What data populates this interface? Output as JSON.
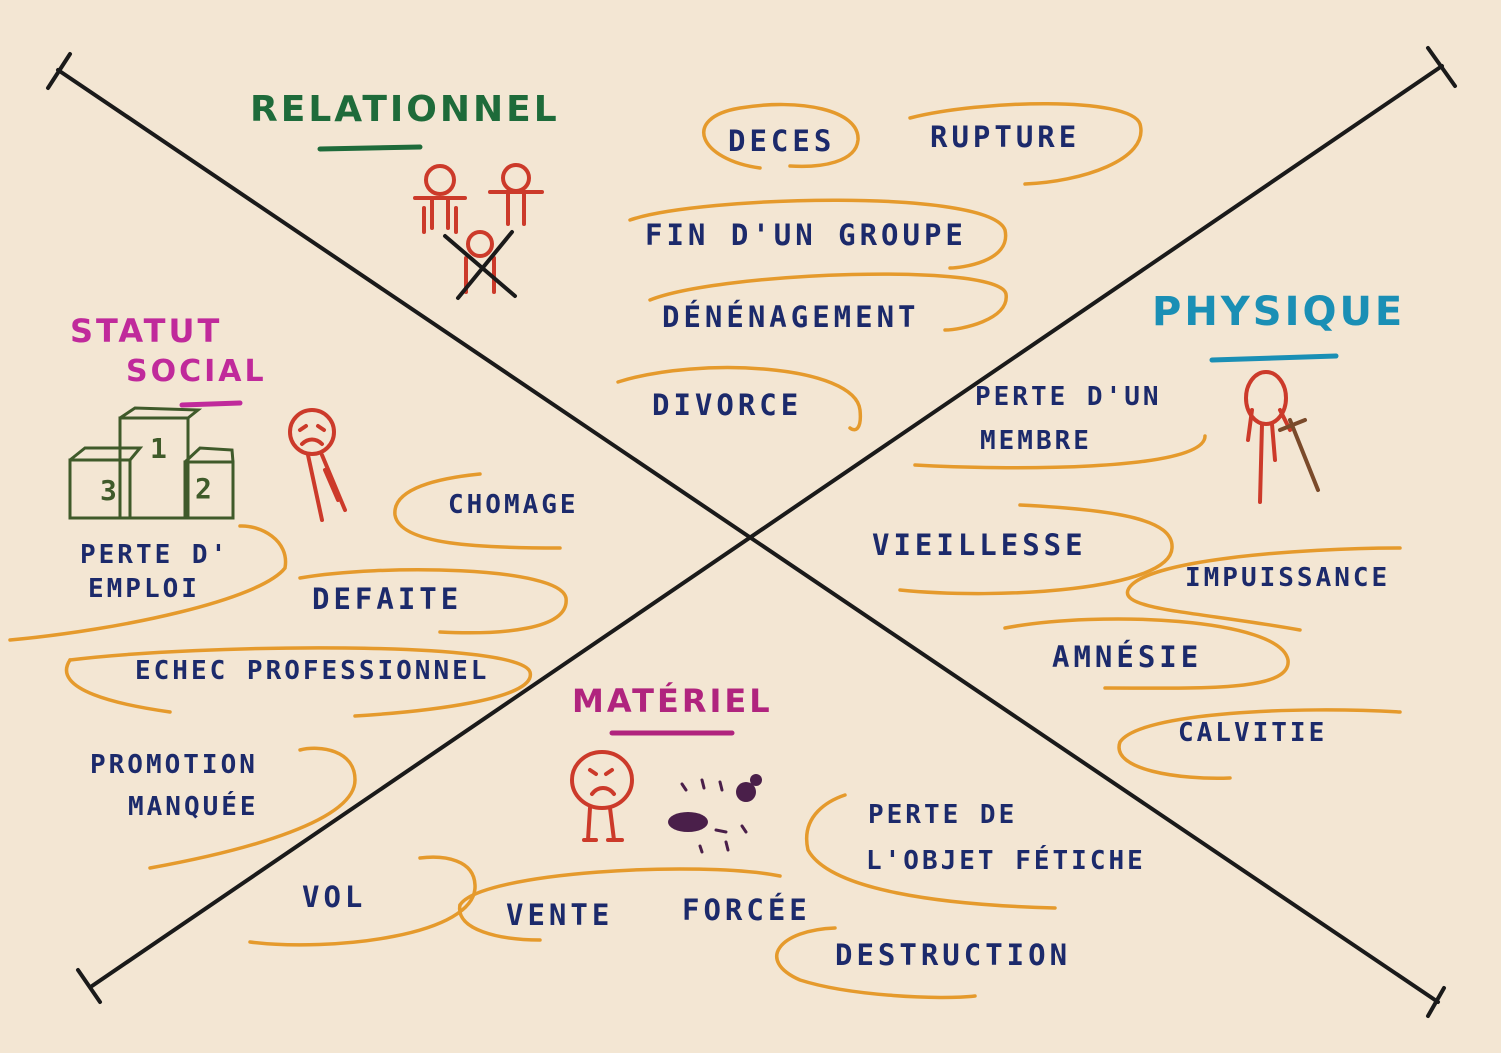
{
  "colors": {
    "paper": "#f3e6d3",
    "axis": "#1a1a1a",
    "swoosh": "#e59a2c",
    "item_text": "#1c2a6b",
    "relationnel": "#1e6b3a",
    "physique": "#1a8fb5",
    "statut": "#c02a9b",
    "materiel": "#b0247e",
    "figure_red": "#cc3a2a",
    "podium": "#3f5a2a"
  },
  "categories": {
    "relationnel": {
      "title": "RELATIONNEL",
      "items": [
        "DECES",
        "RUPTURE",
        "FIN D'UN GROUPE",
        "DÉNÉNAGEMENT",
        "DIVORCE"
      ]
    },
    "physique": {
      "title": "PHYSIQUE",
      "items": [
        "PERTE D'UN",
        "MEMBRE",
        "VIEILLESSE",
        "IMPUISSANCE",
        "AMNÉSIE",
        "CALVITIE"
      ]
    },
    "statut": {
      "title_line1": "STATUT",
      "title_line2": "SOCIAL",
      "podium_1": "1",
      "podium_2": "2",
      "podium_3": "3",
      "items": [
        "CHOMAGE",
        "PERTE D'",
        "EMPLOI",
        "DEFAITE",
        "ECHEC PROFESSIONNEL",
        "PROMOTION",
        "MANQUÉE"
      ]
    },
    "materiel": {
      "title": "MATÉRIEL",
      "items": [
        "VOL",
        "VENTE",
        "FORCÉE",
        "PERTE DE",
        "L'OBJET FÉTICHE",
        "DESTRUCTION"
      ]
    }
  }
}
